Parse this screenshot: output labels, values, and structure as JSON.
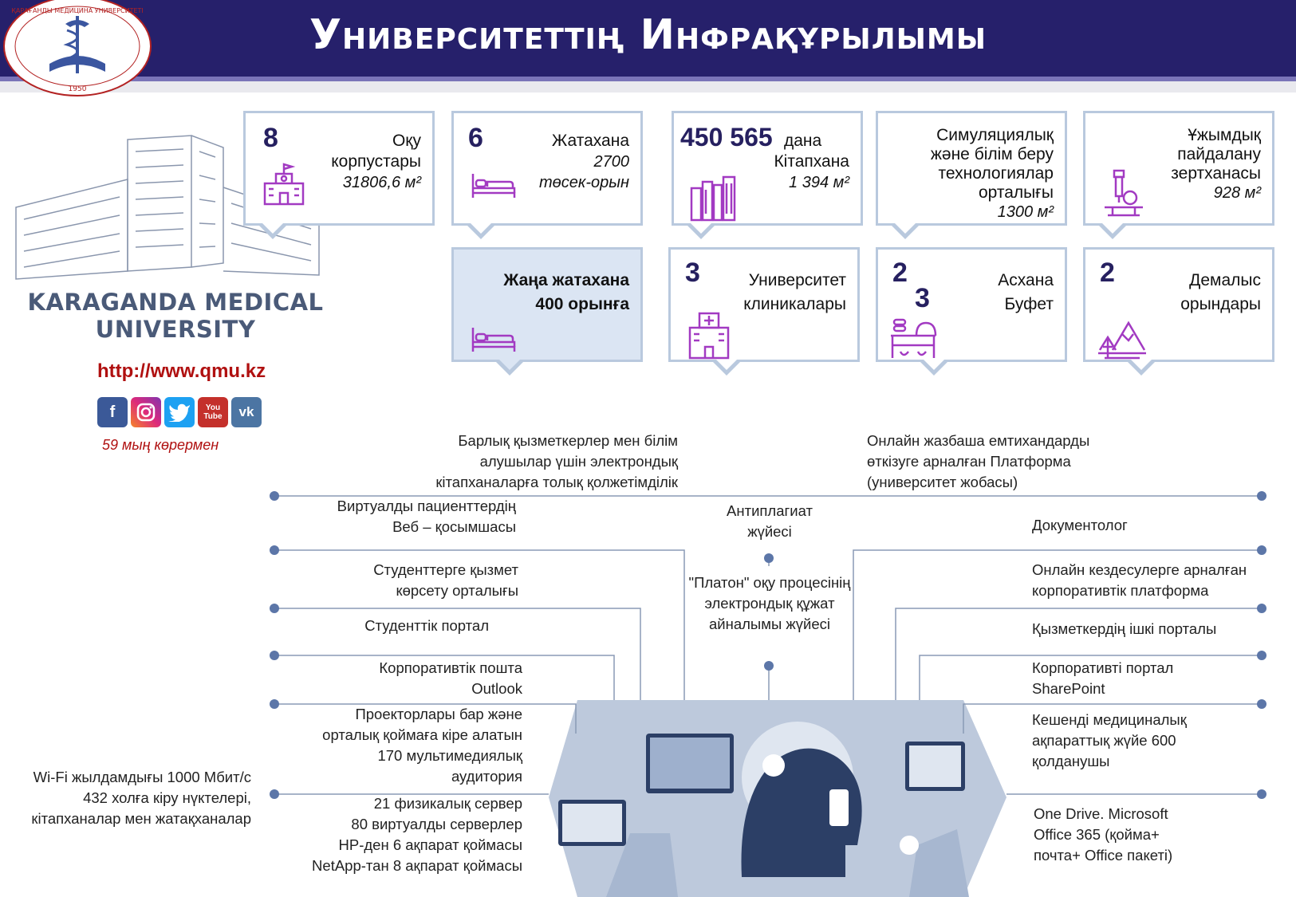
{
  "header": {
    "title": "Университеттің Инфрақұрылымы",
    "logo": {
      "arc_text": "ҚАРАҒАНДЫ МЕДИЦИНА УНИВЕРСИТЕТІ",
      "year": "1950"
    }
  },
  "left": {
    "brand_line1": "KARAGANDA MEDICAL",
    "brand_line2": "UNIVERSITY",
    "url": "http://www.qmu.kz",
    "socials": [
      "facebook-icon",
      "instagram-icon",
      "twitter-icon",
      "youtube-icon",
      "vk-icon"
    ],
    "social_glyphs": {
      "facebook": "f",
      "youtube": "You Tube",
      "vk": "vk"
    },
    "viewers": "59 мың көрермен"
  },
  "cards": {
    "study": {
      "number": "8",
      "l1": "Оқу",
      "l2": "корпустары",
      "l3": "31806,6 м²"
    },
    "dorm": {
      "number": "6",
      "l1": "Жатахана",
      "l2": "2700",
      "l3": "төсек-орын"
    },
    "library": {
      "number": "450 565",
      "unit": "дана",
      "l1": "Кітапхана",
      "l2": "1 394 м²"
    },
    "sim": {
      "l1": "Симуляциялық",
      "l2": "және білім беру",
      "l3": "технологиялар",
      "l4": "орталығы",
      "l5": "1300 м²"
    },
    "lab": {
      "l1": "Ұжымдық",
      "l2": "пайдалану",
      "l3": "зертханасы",
      "l4": "928 м²"
    },
    "new_dorm": {
      "l1": "Жаңа жатахана",
      "l2": "400 орынға"
    },
    "clinics": {
      "number": "3",
      "l1": "Университет",
      "l2": "клиникалары"
    },
    "canteen": {
      "number1": "2",
      "number2": "3",
      "l1": "Асхана",
      "l2": "Буфет"
    },
    "rest": {
      "number": "2",
      "l1": "Демалыс",
      "l2": "орындары"
    }
  },
  "network": {
    "left": [
      {
        "lines": [
          "Барлық қызметкерлер мен білім",
          "алушылар үшін электрондық",
          "кітапханаларға толық қолжетімділік"
        ]
      },
      {
        "lines": [
          "Виртуалды пациенттердің",
          "Веб – қосымшасы"
        ]
      },
      {
        "lines": [
          "Студенттерге қызмет",
          "көрсету орталығы"
        ]
      },
      {
        "lines": [
          "Студенттік портал"
        ]
      },
      {
        "lines": [
          "Корпоративтік пошта",
          "Outlook"
        ]
      },
      {
        "lines": [
          "Проекторлары бар және",
          "орталық қоймаға кіре алатын",
          "170 мультимедиялық",
          "аудитория"
        ]
      },
      {
        "lines": [
          "21 физикалық сервер",
          "80 виртуалды серверлер",
          "HP-ден 6 ақпарат қоймасы",
          "NetApp-тан 8 ақпарат қоймасы"
        ]
      }
    ],
    "wifi": [
      "Wi-Fi жылдамдығы 1000 Мбит/с",
      "432 холға кіру нүктелері,",
      "кітапханалар мен жатақханалар"
    ],
    "center": [
      {
        "lines": [
          "Антиплагиат",
          "жүйесі"
        ]
      },
      {
        "lines": [
          "\"Платон\" оқу процесінің",
          "электрондық құжат",
          "айналымы жүйесі"
        ]
      }
    ],
    "right": [
      {
        "lines": [
          "Онлайн жазбаша емтихандарды",
          "өткізуге арналған Платформа",
          "(университет жобасы)"
        ]
      },
      {
        "lines": [
          "Документолог"
        ]
      },
      {
        "lines": [
          "Онлайн кездесулерге арналған",
          "корпоративтік платформа"
        ]
      },
      {
        "lines": [
          "Қызметкердің ішкі порталы"
        ]
      },
      {
        "lines": [
          "Корпоративті портал",
          "SharePoint"
        ]
      },
      {
        "lines": [
          "Кешенді медициналық",
          "ақпараттық жүйе 600",
          "қолданушы"
        ]
      },
      {
        "lines": [
          "One Drive. Microsoft",
          "Office 365 (қойма+",
          "почта+ Office пакеті)"
        ]
      }
    ]
  },
  "colors": {
    "brand": "#26206b",
    "accent": "#7a74b8",
    "card_border": "#b9c9de",
    "highlight": "#dbe5f3",
    "url": "#b01010",
    "icon": "#a23ac2"
  }
}
